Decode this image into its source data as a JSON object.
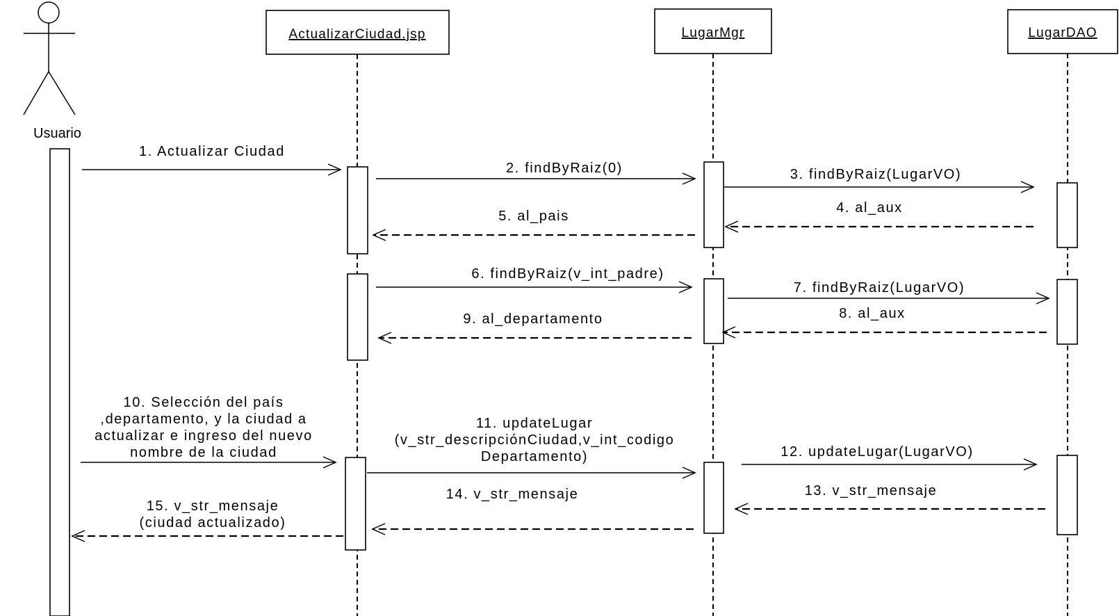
{
  "actor": {
    "name": "Usuario"
  },
  "objects": [
    {
      "id": "jsp",
      "name": "ActualizarCiudad.jsp"
    },
    {
      "id": "mgr",
      "name": "LugarMgr"
    },
    {
      "id": "dao",
      "name": "LugarDAO"
    }
  ],
  "messages": [
    {
      "id": "m1",
      "kind": "call",
      "label": [
        "1. Actualizar Ciudad"
      ]
    },
    {
      "id": "m2",
      "kind": "call",
      "label": [
        "2. findByRaiz(0)"
      ]
    },
    {
      "id": "m3",
      "kind": "call",
      "label": [
        "3. findByRaiz(LugarVO)"
      ]
    },
    {
      "id": "m4",
      "kind": "return",
      "label": [
        "4. al_aux"
      ]
    },
    {
      "id": "m5",
      "kind": "return",
      "label": [
        "5. al_pais"
      ]
    },
    {
      "id": "m6",
      "kind": "call",
      "label": [
        "6. findByRaiz(v_int_padre)"
      ]
    },
    {
      "id": "m7",
      "kind": "call",
      "label": [
        "7. findByRaiz(LugarVO)"
      ]
    },
    {
      "id": "m8",
      "kind": "return",
      "label": [
        "8. al_aux"
      ]
    },
    {
      "id": "m9",
      "kind": "return",
      "label": [
        "9. al_departamento"
      ]
    },
    {
      "id": "m10",
      "kind": "call",
      "label": [
        "10. Selección del país",
        ",departamento, y la ciudad  a",
        "actualizar e ingreso del nuevo",
        "nombre de la ciudad"
      ]
    },
    {
      "id": "m11",
      "kind": "call",
      "label": [
        "11. updateLugar",
        "(v_str_descripciónCiudad,v_int_codigo",
        "Departamento)"
      ]
    },
    {
      "id": "m12",
      "kind": "call",
      "label": [
        "12. updateLugar(LugarVO)"
      ]
    },
    {
      "id": "m13",
      "kind": "return",
      "label": [
        "13. v_str_mensaje"
      ]
    },
    {
      "id": "m14",
      "kind": "return",
      "label": [
        "14. v_str_mensaje"
      ]
    },
    {
      "id": "m15",
      "kind": "return",
      "label": [
        "15. v_str_mensaje",
        "(ciudad actualizado)"
      ]
    }
  ]
}
